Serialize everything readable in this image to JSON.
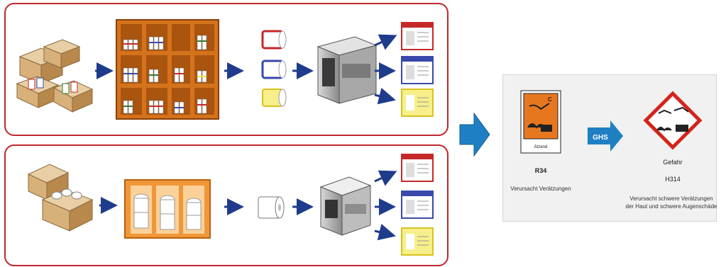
{
  "ghs_panel": {
    "old_symbol_caption": "Ätzend",
    "old_symbol_letter": "C",
    "old_code": "R34",
    "old_text": "Verursacht Verätzungen",
    "arrow_label": "GHS",
    "new_signal_word": "Gefahr",
    "new_code": "H314",
    "new_text_line1": "Verursacht schwere Verätzungen",
    "new_text_line2": "der Haut und schwere Augenschäde"
  },
  "colors": {
    "panel_border": "#c1272d",
    "arrow_blue": "#1f3b8c",
    "big_arrow": "#1e7fc4",
    "ghs_arrow": "#1e7fc4",
    "shelf_orange": "#d4731c",
    "hazard_orange": "#e7771f",
    "diamond_red": "#d4231c",
    "label_red": "#c62828",
    "label_blue": "#3949ab",
    "label_yellow": "#f1e33a"
  }
}
